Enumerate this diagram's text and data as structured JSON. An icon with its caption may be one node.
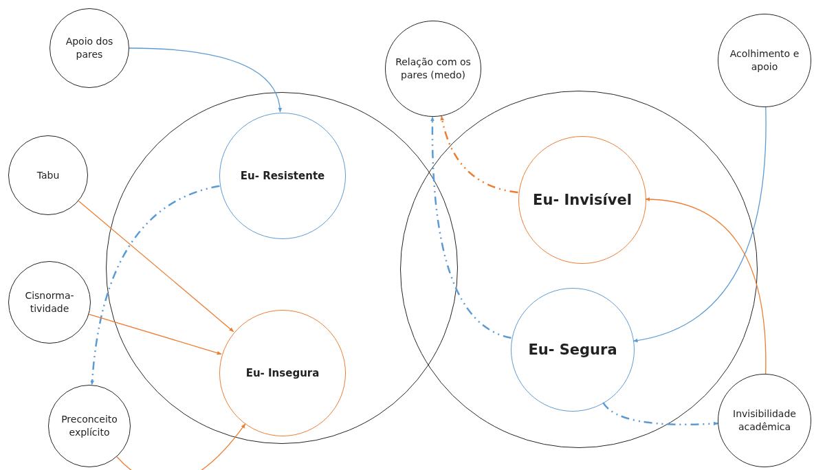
{
  "diagram": {
    "nodes": [
      {
        "text": [
          "Apoio dos pares"
        ]
      },
      {
        "text": [
          "Relação com os pares (medo)"
        ]
      },
      {
        "text": [
          "Acolhimento e apoio"
        ]
      },
      {
        "text": [],
        "shape": "circle"
      },
      {
        "text": [
          "Eu- Resistente"
        ],
        "in": 3
      },
      {
        "text": [
          "Tabu"
        ]
      },
      {
        "text": [],
        "shape": "circle"
      },
      {
        "text": [
          "Eu- Invisível"
        ],
        "in": 6
      },
      {
        "text": [
          "Cisnorma- tividade"
        ]
      },
      {
        "text": [
          "Eu- Segura"
        ],
        "in": 6
      },
      {
        "text": [
          "Eu- Insegura"
        ],
        "in": 3
      },
      {
        "text": [
          "Preconceito explícito"
        ]
      },
      {
        "text": [
          "Invisibilidade acadêmica"
        ]
      }
    ],
    "edges": [
      {
        "from": 0,
        "to": 4,
        "arrow": "to",
        "color": "#5b9bd5"
      },
      {
        "from": 4,
        "to": 11,
        "arrow": "to",
        "style": "dashed",
        "color": "#5b9bd5"
      },
      {
        "from": 5,
        "to": 10,
        "arrow": "to",
        "color": "#ed7d31"
      },
      {
        "from": 8,
        "to": 10,
        "arrow": "to",
        "color": "#ed7d31"
      },
      {
        "from": 11,
        "to": 10,
        "arrow": "to",
        "color": "#ed7d31"
      },
      {
        "from": 7,
        "to": 1,
        "arrow": "to",
        "style": "dashed",
        "color": "#ed7d31"
      },
      {
        "from": 9,
        "to": 1,
        "arrow": "to",
        "style": "dashed",
        "color": "#5b9bd5"
      },
      {
        "from": 2,
        "to": 9,
        "arrow": "to",
        "color": "#5b9bd5"
      },
      {
        "from": 12,
        "to": 7,
        "arrow": "to",
        "color": "#ed7d31"
      },
      {
        "from": 9,
        "to": 12,
        "arrow": "to",
        "style": "dashed",
        "color": "#5b9bd5"
      }
    ]
  }
}
